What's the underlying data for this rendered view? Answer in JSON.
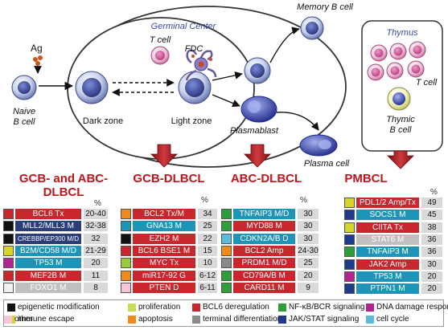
{
  "diagram": {
    "labels": {
      "antigen": "Ag",
      "naive": [
        "Naive",
        "B cell"
      ],
      "germinal_center": "Germinal Center",
      "t_cell_gc": "T cell",
      "fdc": "FDC",
      "dark_zone": "Dark zone",
      "light_zone": "Light zone",
      "plasmablast": "Plasmablast",
      "memory": "Memory B cell",
      "plasma": "Plasma cell",
      "thymus": "Thymus",
      "thymus_t_cell": "T cell",
      "thymic_b": [
        "Thymic",
        "B cell"
      ]
    }
  },
  "sections": [
    {
      "title_lines": [
        "GCB- and ABC-",
        "DLBCL"
      ],
      "pct_header": "%",
      "rows": [
        {
          "label": "BCL6 Tx",
          "label_color": "#c8282d",
          "chip": "#c8282d",
          "value": "20-40"
        },
        {
          "label": "MLL2/MLL3 M",
          "label_color": "#2c3e7a",
          "chip": "#111111",
          "value": "32-38"
        },
        {
          "label": "CREBBP/EP300 M/D",
          "label_color": "#2c3e7a",
          "chip": "#111111",
          "value": "32"
        },
        {
          "label": "B2M/CD58 M/D",
          "label_color": "#1e95b8",
          "chip": "#d4d42a",
          "value": "21-29"
        },
        {
          "label": "TP53 M",
          "label_color": "#1e95b8",
          "chip": "#b0268e",
          "value": "20"
        },
        {
          "label": "MEF2B M",
          "label_color": "#c8282d",
          "chip": "#c8282d",
          "value": "11"
        },
        {
          "label": "FOXO1 M",
          "label_color": "#c0c0c0",
          "chip": "#f0f0f0",
          "value": "8"
        }
      ]
    },
    {
      "title_lines": [
        "GCB-DLBCL"
      ],
      "pct_header": "%",
      "rows": [
        {
          "label": "BCL2 Tx/M",
          "label_color": "#c8282d",
          "chip": "#f08a1c",
          "value": "34"
        },
        {
          "label": "GNA13 M",
          "label_color": "#1e95b8",
          "chip": "#1e95b8",
          "value": "25"
        },
        {
          "label": "EZH2 M",
          "label_color": "#c8282d",
          "chip": "#111111",
          "value": "22"
        },
        {
          "label": "BCL6 BSE1 M",
          "label_color": "#c8282d",
          "chip": "#c8282d",
          "value": "15"
        },
        {
          "label": "MYC Tx",
          "label_color": "#c8282d",
          "chip": "#9acb3c",
          "value": "10"
        },
        {
          "label": "miR17-92 G",
          "label_color": "#c8282d",
          "chip": "#f08a1c",
          "value": "6-12"
        },
        {
          "label": "PTEN D",
          "label_color": "#c8282d",
          "chip": "#f5c6d8",
          "value": "6-11"
        }
      ]
    },
    {
      "title_lines": [
        "ABC-DLBCL"
      ],
      "pct_header": "%",
      "rows": [
        {
          "label": "TNFAIP3 M/D",
          "label_color": "#1e95b8",
          "chip": "#2e9e3c",
          "value": "30"
        },
        {
          "label": "MYD88 M",
          "label_color": "#c8282d",
          "chip": "#2e9e3c",
          "value": "30"
        },
        {
          "label": "CDKN2A/B D",
          "label_color": "#1e95b8",
          "chip": "#5bbcd9",
          "value": "30"
        },
        {
          "label": "BCL2 Amp",
          "label_color": "#c8282d",
          "chip": "#f08a1c",
          "value": "24-30"
        },
        {
          "label": "PRDM1 M/D",
          "label_color": "#c8282d",
          "chip": "#8a8a8a",
          "value": "25"
        },
        {
          "label": "CD79A/B M",
          "label_color": "#c8282d",
          "chip": "#2e9e3c",
          "value": "20"
        },
        {
          "label": "CARD11 M",
          "label_color": "#c8282d",
          "chip": "#2e9e3c",
          "value": "9"
        }
      ]
    },
    {
      "title_lines": [
        "PMBCL"
      ],
      "pct_header": "%",
      "rows": [
        {
          "label": "PDL1/2 Amp/Tx",
          "label_color": "#c8282d",
          "chip": "#d4d42a",
          "value": "49"
        },
        {
          "label": "SOCS1 M",
          "label_color": "#1e95b8",
          "chip": "#1e3a8a",
          "value": "45"
        },
        {
          "label": "CIITA Tx",
          "label_color": "#c8282d",
          "chip": "#d4d42a",
          "value": "38"
        },
        {
          "label": "STAT6 M",
          "label_color": "#c0c0c0",
          "chip": "#1e3a8a",
          "value": "36"
        },
        {
          "label": "TNFAIP3 M",
          "label_color": "#1e95b8",
          "chip": "#2e9e3c",
          "value": "36"
        },
        {
          "label": "JAK2 Amp",
          "label_color": "#c8282d",
          "chip": "#1e3a8a",
          "value": "30"
        },
        {
          "label": "TP53 M",
          "label_color": "#1e95b8",
          "chip": "#b0268e",
          "value": "20"
        },
        {
          "label": "PTPN1 M",
          "label_color": "#1e95b8",
          "chip": "#1e3a8a",
          "value": "20"
        }
      ]
    }
  ],
  "legend": [
    {
      "label": "epigenetic modification",
      "color": "#111111"
    },
    {
      "label": "proliferation",
      "color": "#c9dc5a"
    },
    {
      "label": "BCL6 deregulation",
      "color": "#c8282d"
    },
    {
      "label": "NF-κB/BCR signaling",
      "color": "#2e9e3c"
    },
    {
      "label": "DNA damage response",
      "color": "#b0268e"
    },
    {
      "label": "immune escape",
      "color": "#d4d42a"
    },
    {
      "label": "apoptosis",
      "color": "#f08a1c"
    },
    {
      "label": "terminal differentiation",
      "color": "#8a8a8a"
    },
    {
      "label": "JAK/STAT signaling",
      "color": "#1e3a8a"
    },
    {
      "label": "cell cycle",
      "color": "#5bbcd9"
    },
    {
      "label": "other",
      "color": "#f5c6d8"
    }
  ]
}
